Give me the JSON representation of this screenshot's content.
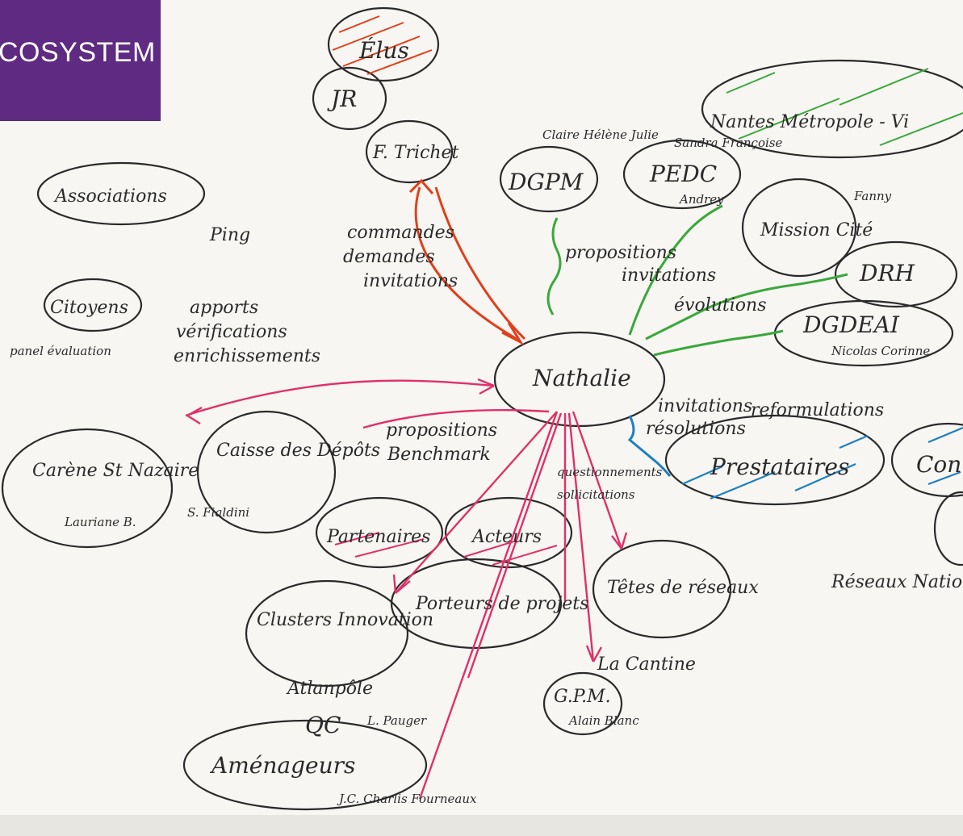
{
  "banner": {
    "text": "COSYSTEM",
    "color": "#5e2a82"
  },
  "colors": {
    "ink": "#2a2a2a",
    "red": "#e0401a",
    "green": "#3aa83a",
    "blue": "#1e7fc0",
    "pink": "#e0306a"
  },
  "nodes": {
    "elus": "Élus",
    "jr": "JR",
    "f_trichet": "F. Trichet",
    "dgpm": "DGPM",
    "dgpm_sub": "Claire Hélène Julie",
    "pedc": "PEDC",
    "pedc_sub": "Sandra Françoise",
    "pedc_sub2": "Andrey",
    "nantes_metropole": "Nantes Métropole - Vi",
    "mission_cite": "Mission Cité",
    "mission_cite_note": "Fanny",
    "drh": "DRH",
    "dgdeai": "DGDEAI",
    "dgdeai_sub": "Nicolas Corinne",
    "associations": "Associations",
    "ping": "Ping",
    "citoyens": "Citoyens",
    "panel_evaluation": "panel évaluation",
    "carene": "Carène St Nazaire",
    "carene_sub": "Lauriane B.",
    "caisse_depots": "Caisse des Dépôts",
    "caisse_sub": "S. Fialdini",
    "nathalie": "Nathalie",
    "prestataires": "Prestataires",
    "con": "Con",
    "partenaires": "Partenaires",
    "acteurs": "Acteurs",
    "porteurs_projets": "Porteurs de projets",
    "tetes_reseaux": "Têtes de réseaux",
    "cantine": "La Cantine",
    "gpm": "G.P.M.",
    "gpm_sub": "Alain Blanc",
    "clusters": "Clusters Innovation",
    "atlanpole": "Atlanpôle",
    "qc": "QC",
    "pauger": "L. Pauger",
    "amenageurs": "Aménageurs",
    "amenageurs_sub": "J.C. Charlis Fourneaux",
    "reseaux_nationaux": "Réseaux Nationaux"
  },
  "edge_labels": {
    "commandes": "commandes",
    "demandes": "demandes",
    "invitations1": "invitations",
    "propositions1": "propositions",
    "invitations2": "invitations",
    "evolutions": "évolutions",
    "apports": "apports",
    "verifications": "vérifications",
    "enrichissements": "enrichissements",
    "propositions2": "propositions",
    "benchmark": "Benchmark",
    "questionnements": "questionnements",
    "sollicitations": "sollicitations",
    "invitations3": "invitations",
    "resolutions": "résolutions",
    "reformulations": "reformulations"
  }
}
